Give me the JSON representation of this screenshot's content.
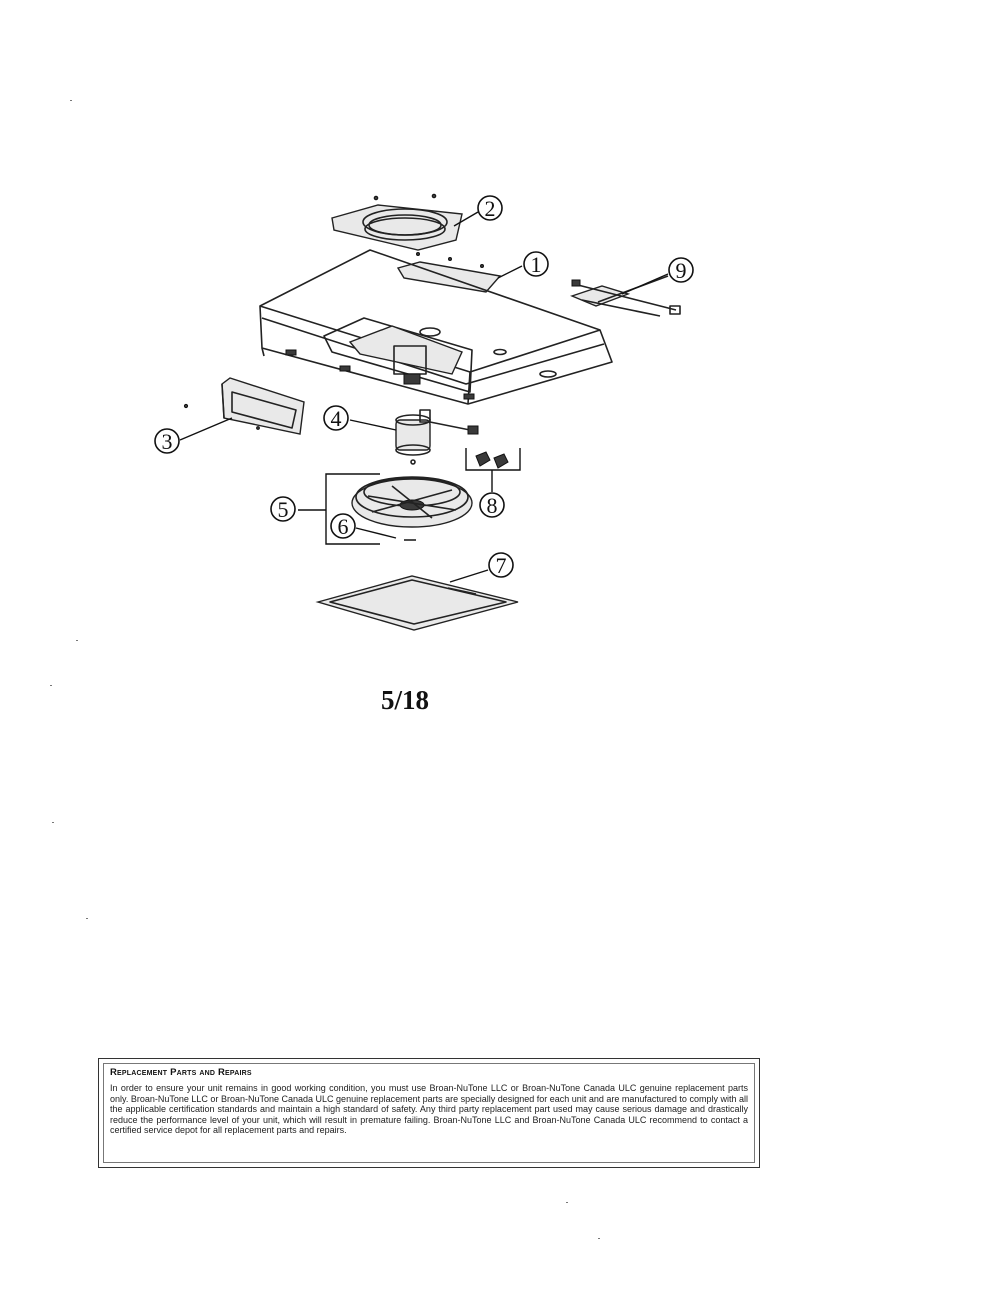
{
  "diagram": {
    "callouts": [
      "1",
      "2",
      "3",
      "4",
      "5",
      "6",
      "7",
      "8",
      "9"
    ]
  },
  "page_number": "5/18",
  "notice": {
    "title": "Replacement Parts and Repairs",
    "body": "In order to ensure your unit remains in good working condition, you must use Broan-NuTone LLC or Broan-NuTone Canada ULC genuine replacement parts only. Broan-NuTone LLC or Broan-NuTone Canada ULC genuine replacement parts are specially designed for each unit and are manufactured to comply with all the applicable certification standards and maintain a high standard of safety. Any third party replacement part used may cause serious damage and drastically reduce the performance level of your unit, which will result in premature failing. Broan-NuTone LLC and Broan-NuTone Canada ULC recommend to contact a certified service depot for all replacement parts and repairs."
  }
}
